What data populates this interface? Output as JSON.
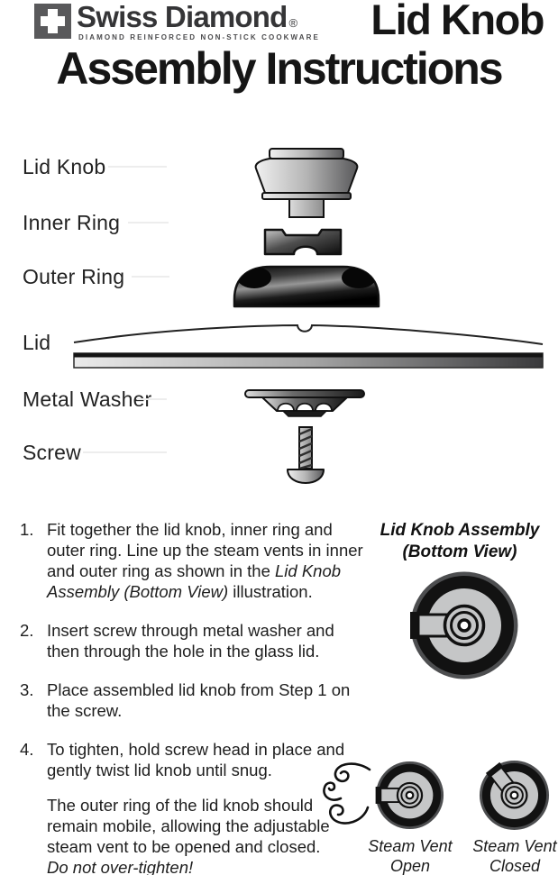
{
  "header": {
    "brand_name": "Swiss Diamond",
    "registered_mark": "®",
    "brand_tagline": "DIAMOND REINFORCED NON-STICK COOKWARE",
    "title_line1": "Lid Knob",
    "title_line2": "Assembly Instructions"
  },
  "parts_diagram": {
    "labels": {
      "lid_knob": "Lid Knob",
      "inner_ring": "Inner Ring",
      "outer_ring": "Outer Ring",
      "lid": "Lid",
      "metal_washer": "Metal Washer",
      "screw": "Screw"
    }
  },
  "instructions": {
    "steps": [
      {
        "number": "1.",
        "text_start": "Fit together the lid knob, inner ring and outer ring. Line up the steam vents in inner and outer ring as shown in the ",
        "text_italic": "Lid Knob Assembly (Bottom View)",
        "text_end": " illustration."
      },
      {
        "number": "2.",
        "text": "Insert screw through metal washer and then through the hole in the glass lid."
      },
      {
        "number": "3.",
        "text": "Place assembled lid knob from Step 1 on the screw."
      },
      {
        "number": "4.",
        "text": "To tighten, hold screw head in place and gently twist lid knob until snug."
      }
    ],
    "note_text": "The outer ring of the lid knob should remain mobile, allowing the adjustable steam vent to be opened and closed.",
    "note_italic": "Do not over-tighten!"
  },
  "bottom_view": {
    "title_line1": "Lid Knob Assembly",
    "title_line2": "(Bottom View)"
  },
  "steam_vents": {
    "open_line1": "Steam Vent",
    "open_line2": "Open",
    "closed_line1": "Steam Vent",
    "closed_line2": "Closed"
  },
  "colors": {
    "logo_gray": "#59595b",
    "text_dark": "#1e1e1e",
    "outline_black": "#111111",
    "knob_gray": "#c5c6c7",
    "leader_line": "#ededed"
  }
}
